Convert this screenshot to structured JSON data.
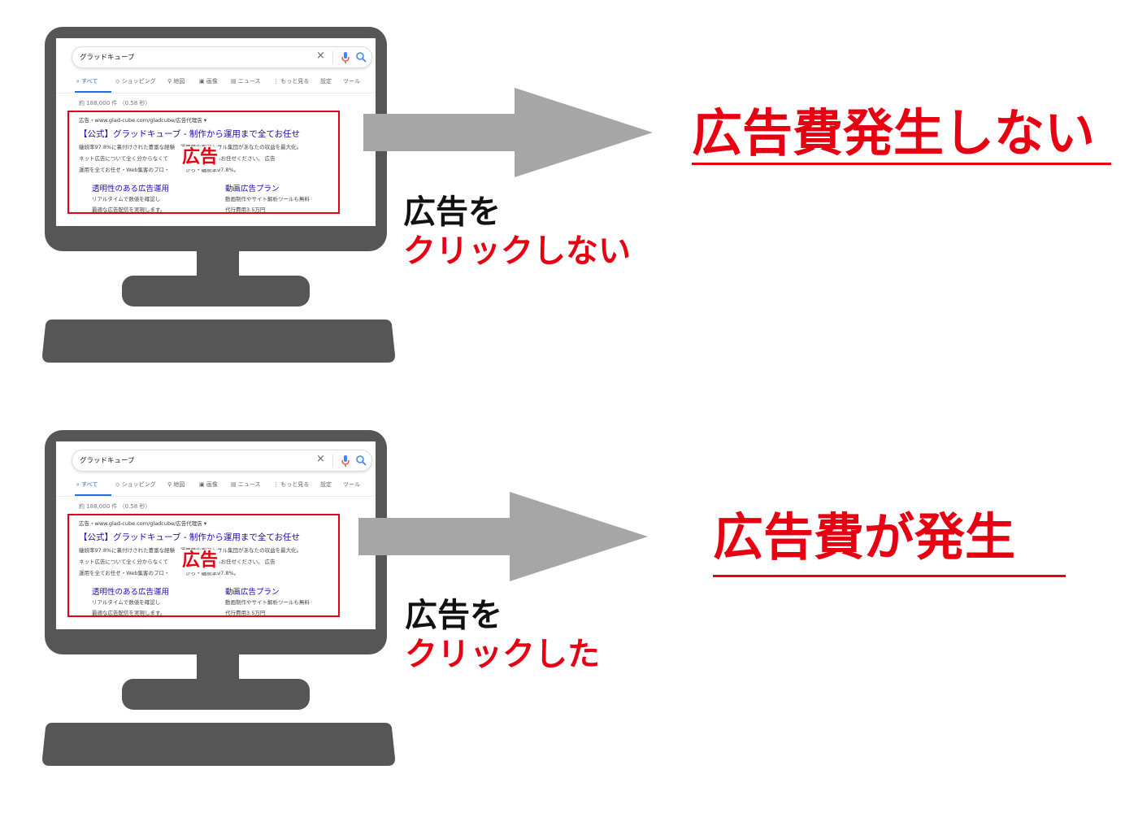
{
  "screen": {
    "query": "グラッドキューブ",
    "tabs": [
      "すべて",
      "ショッピング",
      "地図",
      "画像",
      "ニュース",
      "もっと見る",
      "設定",
      "ツール"
    ],
    "result_count": "約 188,000 件 （0.58 秒）",
    "ad_url": "広告・www.glad-cube.com/gladcube/広告代理店 ▾",
    "ad_title": "【公式】グラッドキューブ - 制作から運用まで全てお任せ",
    "ad_desc": [
      "継続率97.8%に裏付けされた豊富な経験　運用特化型コンサル集団があなたの収益を最大化。",
      "ネット広告について全く分からなくて　　　設定についてもお任せください。 広告",
      "運用を全てお任せ・Web集客のプロ・　　　から・継続率97.8%。"
    ],
    "ad_label": "広告",
    "sitelinks": [
      {
        "title": "透明性のある広告運用",
        "desc1": "リアルタイムで数値を確認し",
        "desc2": "最適な広告配信を実現します。"
      },
      {
        "title": "動画広告プラン",
        "desc1": "動画制作やサイト解析ツールも無料",
        "desc2": "代行費用3.5万円"
      }
    ]
  },
  "panels": [
    {
      "action_line1": "広告を",
      "action_line2": "クリックしない",
      "result": "広告費発生しない"
    },
    {
      "action_line1": "広告を",
      "action_line2": "クリックした",
      "result": "広告費が発生"
    }
  ],
  "colors": {
    "accent": "#e60012",
    "monitor": "#575656",
    "arrow": "#a6a6a6",
    "link": "#1a0dab"
  }
}
